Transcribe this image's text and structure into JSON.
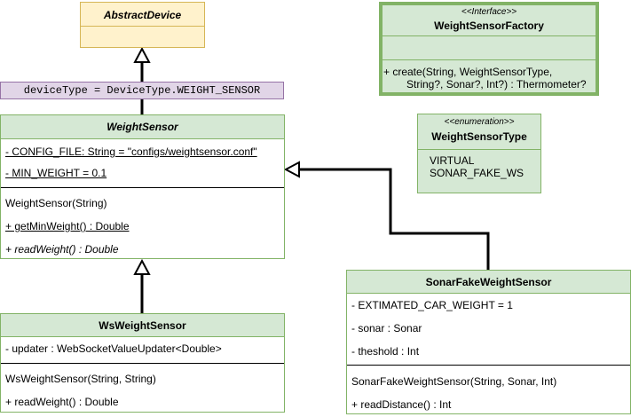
{
  "abstract_device": {
    "name": "AbstractDevice"
  },
  "device_type_note": {
    "text": "deviceType = DeviceType.WEIGHT_SENSOR"
  },
  "weight_sensor": {
    "name": "WeightSensor",
    "attributes": [
      "- CONFIG_FILE: String = \"configs/weightsensor.conf\"",
      "- MIN_WEIGHT = 0.1"
    ],
    "methods": [
      "WeightSensor(String)",
      "+ getMinWeight() : Double",
      "+ readWeight() : Double"
    ]
  },
  "ws_weight_sensor": {
    "name": "WsWeightSensor",
    "attributes": [
      "-  updater : WebSocketValueUpdater<Double>"
    ],
    "methods": [
      "WsWeightSensor(String, String)",
      "+ readWeight() : Double"
    ]
  },
  "weight_sensor_factory": {
    "stereotype": "<<Interface>>",
    "name": "WeightSensorFactory",
    "methods": [
      "+ create(String, WeightSensorType,",
      "String?, Sonar?, Int?) : Thermometer?"
    ]
  },
  "weight_sensor_type": {
    "stereotype": "<<enumeration>>",
    "name": "WeightSensorType",
    "values": [
      "VIRTUAL",
      "SONAR_FAKE_WS"
    ]
  },
  "sonar_fake_weight_sensor": {
    "name": "SonarFakeWeightSensor",
    "attributes": [
      "- EXTIMATED_CAR_WEIGHT = 1",
      "- sonar : Sonar",
      "- theshold : Int"
    ],
    "methods": [
      "SonarFakeWeightSensor(String, Sonar, Int)",
      "+ readDistance() : Int"
    ]
  },
  "colors": {
    "class_fill": "#d5e8d4",
    "class_stroke": "#82b366",
    "abstract_fill": "#fff2cc",
    "abstract_stroke": "#d6b656",
    "note_fill": "#e1d5e7",
    "note_stroke": "#9673a6"
  }
}
